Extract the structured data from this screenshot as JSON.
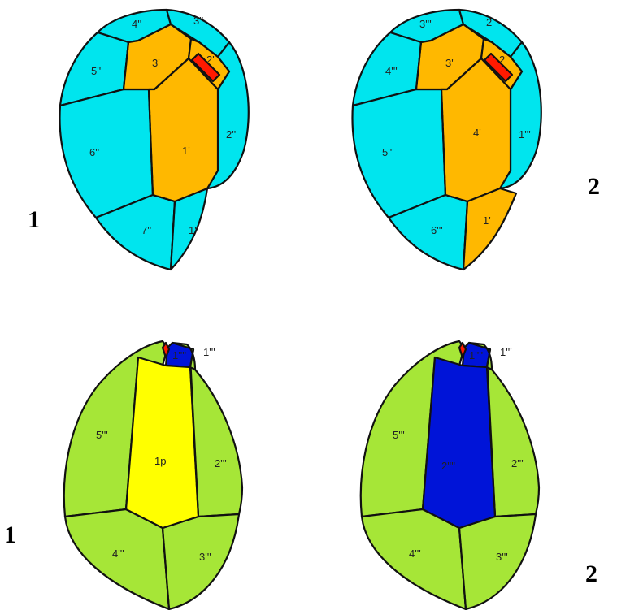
{
  "colors": {
    "cyan": "#00e5ee",
    "orange": "#ffb800",
    "red": "#ff1a00",
    "green": "#a6e637",
    "yellow": "#ffff00",
    "blue": "#0014d8",
    "outline": "#111111"
  },
  "panels": [
    {
      "number": "1",
      "labels": {
        "p4": "4''",
        "p3": "3''",
        "p5": "5''",
        "a3": "3'",
        "a2": "2'",
        "p6": "6''",
        "a1": "1'",
        "p2": "2''",
        "p7": "7''",
        "p1": "1''"
      }
    },
    {
      "number": "2",
      "labels": {
        "p3": "3'''",
        "p2": "2'''",
        "p4": "4'''",
        "a3": "3'",
        "a2": "2'",
        "p5": "5'''",
        "a4": "4'",
        "p1": "1'''",
        "p6": "6'''",
        "a1": "1'"
      }
    },
    {
      "number": "1",
      "labels": {
        "apex": "1''''",
        "p1": "1'''",
        "p5": "5'''",
        "pp": "1p",
        "p2": "2'''",
        "p4": "4'''",
        "p3": "3'''"
      }
    },
    {
      "number": "2",
      "labels": {
        "apex": "1''''",
        "p1": "1'''",
        "p5": "5'''",
        "a2": "2''''",
        "p2": "2'''",
        "p4": "4'''",
        "p3": "3'''"
      }
    }
  ]
}
